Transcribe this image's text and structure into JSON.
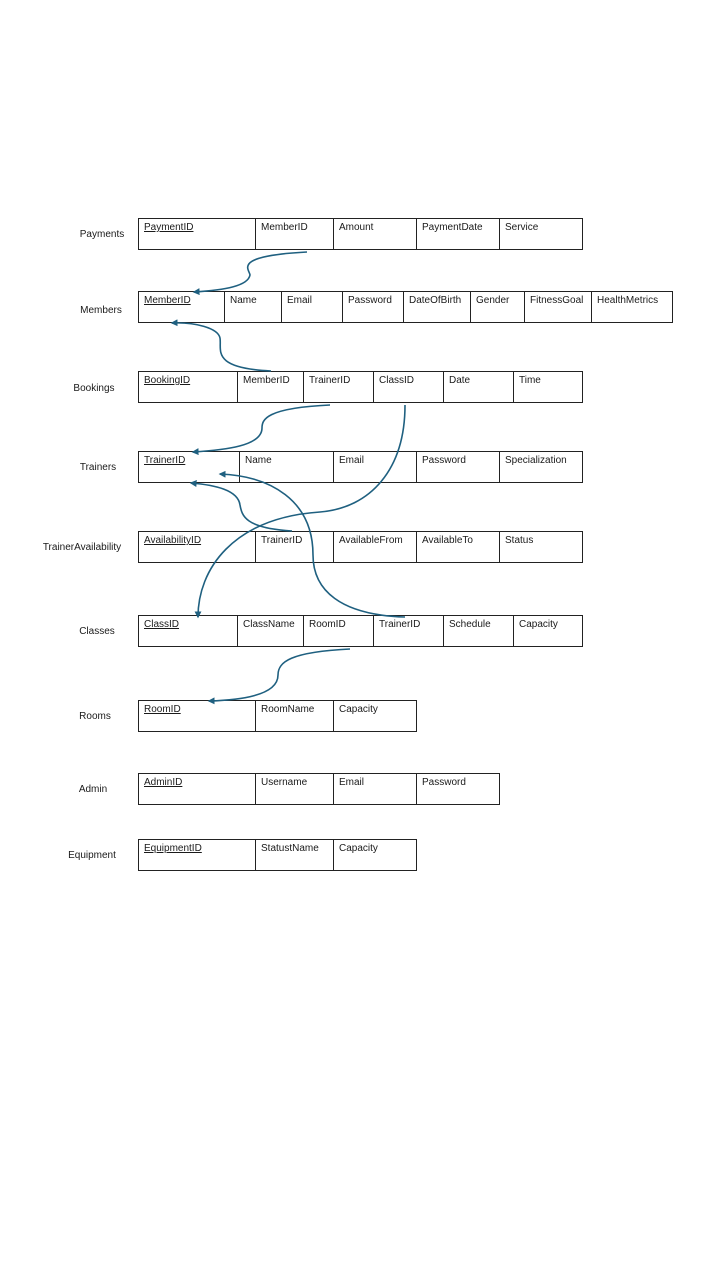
{
  "link_color": "#1f6080",
  "tables": {
    "payments": {
      "name": "Payments",
      "columns": [
        "PaymentID",
        "MemberID",
        "Amount",
        "PaymentDate",
        "Service"
      ]
    },
    "members": {
      "name": "Members",
      "columns": [
        "MemberID",
        "Name",
        "Email",
        "Password",
        "DateOfBirth",
        "Gender",
        "FitnessGoal",
        "HealthMetrics"
      ]
    },
    "bookings": {
      "name": "Bookings",
      "columns": [
        "BookingID",
        "MemberID",
        "TrainerID",
        "ClassID",
        "Date",
        "Time"
      ]
    },
    "trainers": {
      "name": "Trainers",
      "columns": [
        "TrainerID",
        "Name",
        "Email",
        "Password",
        "Specialization"
      ]
    },
    "trainer_availability": {
      "name": "TrainerAvailability",
      "columns": [
        "AvailabilityID",
        "TrainerID",
        "AvailableFrom",
        "AvailableTo",
        "Status"
      ]
    },
    "classes": {
      "name": "Classes",
      "columns": [
        "ClassID",
        "ClassName",
        "RoomID",
        "TrainerID",
        "Schedule",
        "Capacity"
      ]
    },
    "rooms": {
      "name": "Rooms",
      "columns": [
        "RoomID",
        "RoomName",
        "Capacity"
      ]
    },
    "admin": {
      "name": "Admin",
      "columns": [
        "AdminID",
        "Username",
        "Email",
        "Password"
      ]
    },
    "equipment": {
      "name": "Equipment",
      "columns": [
        "EquipmentID",
        "StatustName",
        "Capacity"
      ]
    }
  }
}
